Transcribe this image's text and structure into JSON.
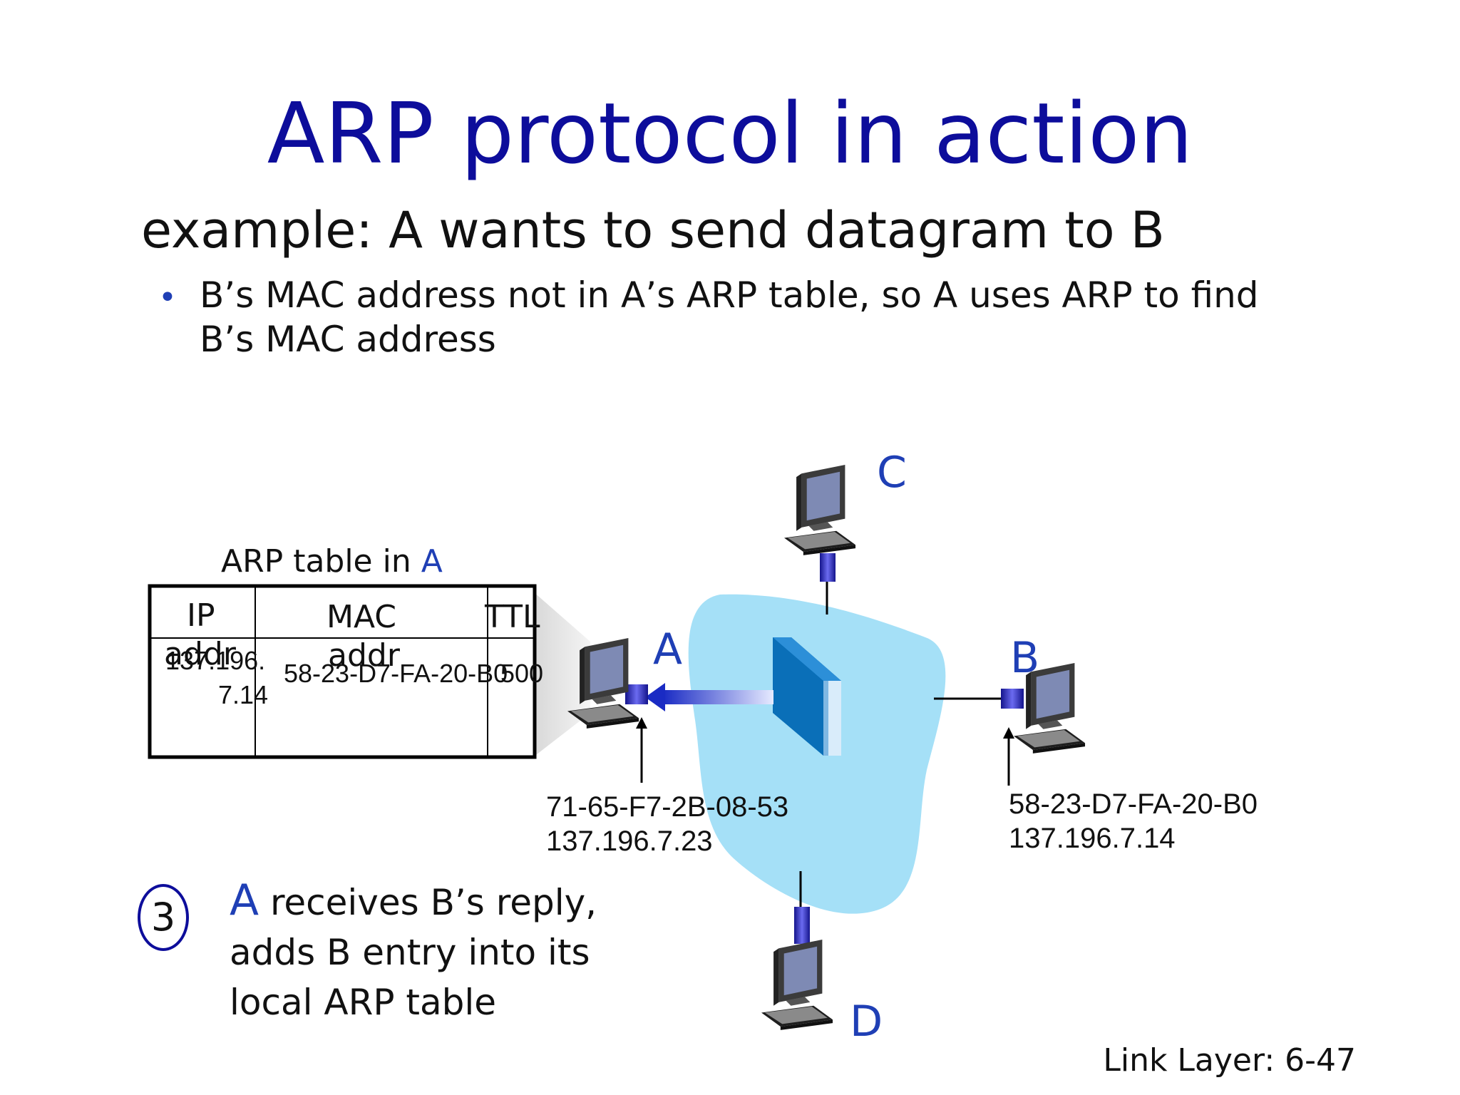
{
  "slide": {
    "title": "ARP protocol in action",
    "subtitle": "example: A wants to send datagram to B",
    "bullet": "B’s MAC address not in A’s ARP table, so A uses ARP to find B’s MAC address",
    "footer": "Link Layer: 6-47"
  },
  "arp_table": {
    "caption_prefix": "ARP table in ",
    "caption_node": "A",
    "headers": {
      "ip_line1": "IP",
      "ip_line2": "addr",
      "mac_line1": "MAC",
      "mac_line2": "addr",
      "ttl": "TTL"
    },
    "row": {
      "ip_line1": "137.196.",
      "ip_line2": "7.14",
      "mac": "58-23-D7-FA-20-B0",
      "ttl": "500"
    }
  },
  "nodes": {
    "a": {
      "label": "A",
      "mac": "71-65-F7-2B-08-53",
      "ip": "137.196.7.23"
    },
    "b": {
      "label": "B",
      "mac": "58-23-D7-FA-20-B0",
      "ip": "137.196.7.14"
    },
    "c": {
      "label": "C"
    },
    "d": {
      "label": "D"
    }
  },
  "step": {
    "number": "3",
    "actor": "A",
    "text_line1": " receives B’s reply,",
    "text_line2": "adds B entry into its",
    "text_line3": "local ARP table"
  },
  "colors": {
    "title": "#0d0d9b",
    "accent": "#1f3fb5",
    "lan_cloud": "#a5e0f7",
    "switch": "#0a6fb8"
  },
  "icons": [
    "desktop-computer-icon",
    "switch-icon",
    "arrow-icon"
  ]
}
